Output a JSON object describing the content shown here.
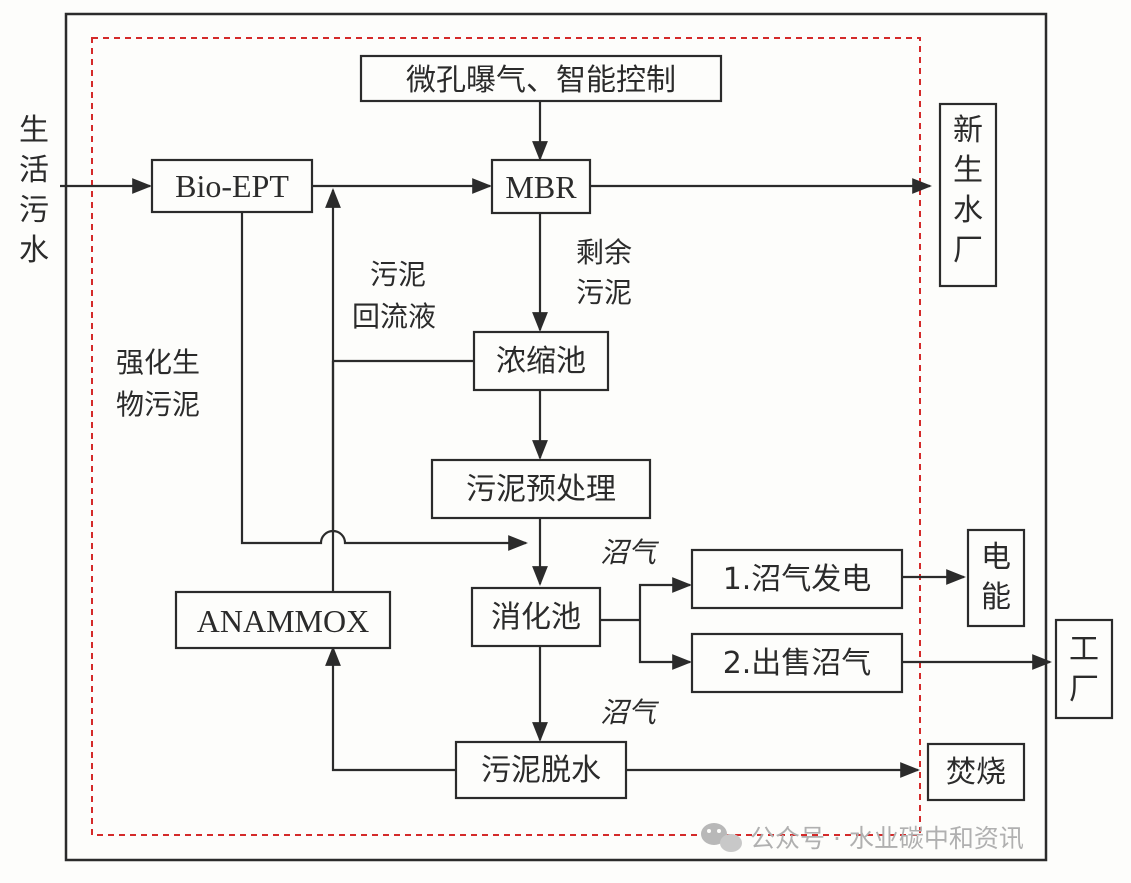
{
  "colors": {
    "line": "#2b2b2b",
    "dashed_border": "#d42a2a",
    "watermark": "#b0b0b0"
  },
  "nodes": {
    "aeration": "微孔曝气、智能控制",
    "bio_ept": "Bio-EPT",
    "mbr": "MBR",
    "thickener": "浓缩池",
    "pretreatment": "污泥预处理",
    "digester": "消化池",
    "dewatering": "污泥脱水",
    "anammox": "ANAMMOX",
    "power_gen": "1.沼气发电",
    "sell_biogas": "2.出售沼气",
    "new_water_plant": [
      "新",
      "生",
      "水",
      "厂"
    ],
    "electricity": [
      "电",
      "能"
    ],
    "factory": [
      "工",
      "厂"
    ],
    "incineration": "焚烧"
  },
  "labels": {
    "sewage": [
      "生",
      "活",
      "污",
      "水"
    ],
    "excess_sludge": [
      "剩余",
      "污泥"
    ],
    "return_liquor": [
      "污泥",
      "回流液"
    ],
    "enhanced_sludge": [
      "强化生",
      "物污泥"
    ],
    "biogas_1": "沼气",
    "biogas_2": "沼气"
  },
  "watermark": {
    "icon": "wechat-icon",
    "text": "公众号 · 水业碳中和资讯"
  }
}
